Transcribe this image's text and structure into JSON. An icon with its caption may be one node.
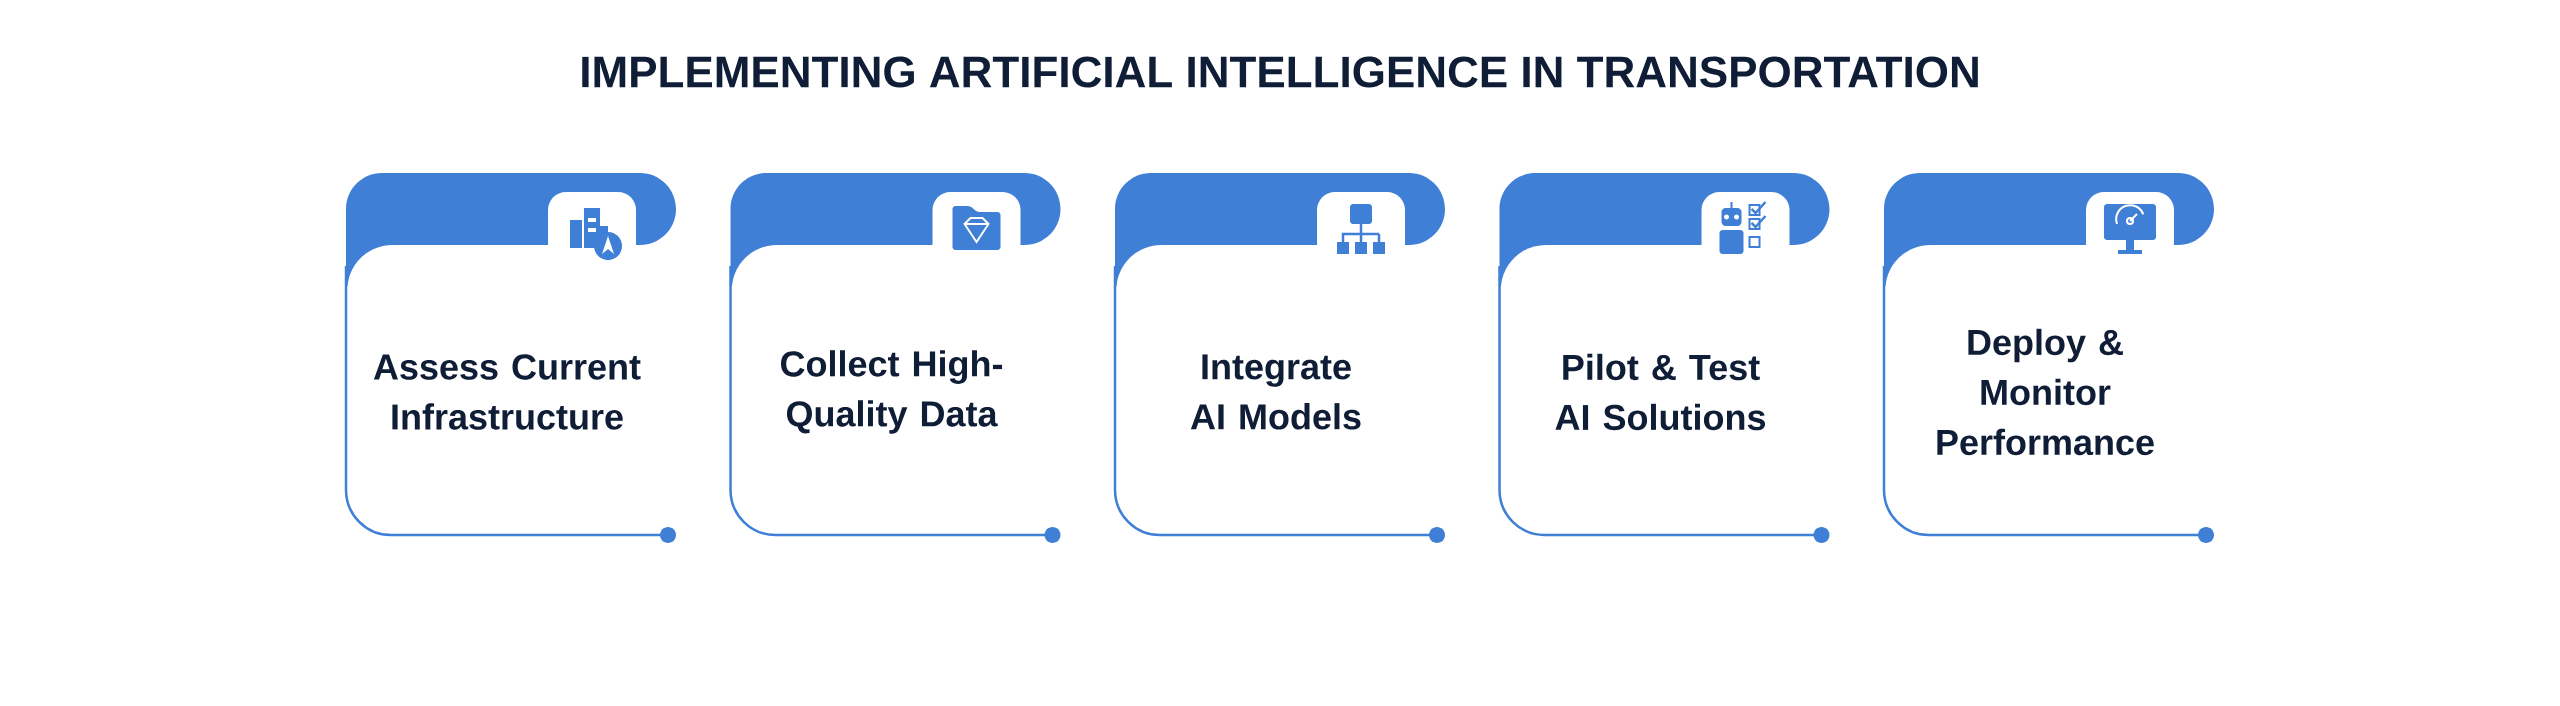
{
  "diagram": {
    "title": "IMPLEMENTING ARTIFICIAL INTELLIGENCE IN TRANSPORTATION",
    "nodes": [
      {
        "text": [
          "Assess Current Infrastructure"
        ]
      },
      {
        "text": [
          "Collect High-Quality Data"
        ]
      },
      {
        "text": [
          "Integrate AI Models"
        ]
      },
      {
        "text": [
          "Pilot & Test AI Solutions"
        ]
      },
      {
        "text": [
          "Deploy & Monitor Performance"
        ]
      }
    ]
  }
}
